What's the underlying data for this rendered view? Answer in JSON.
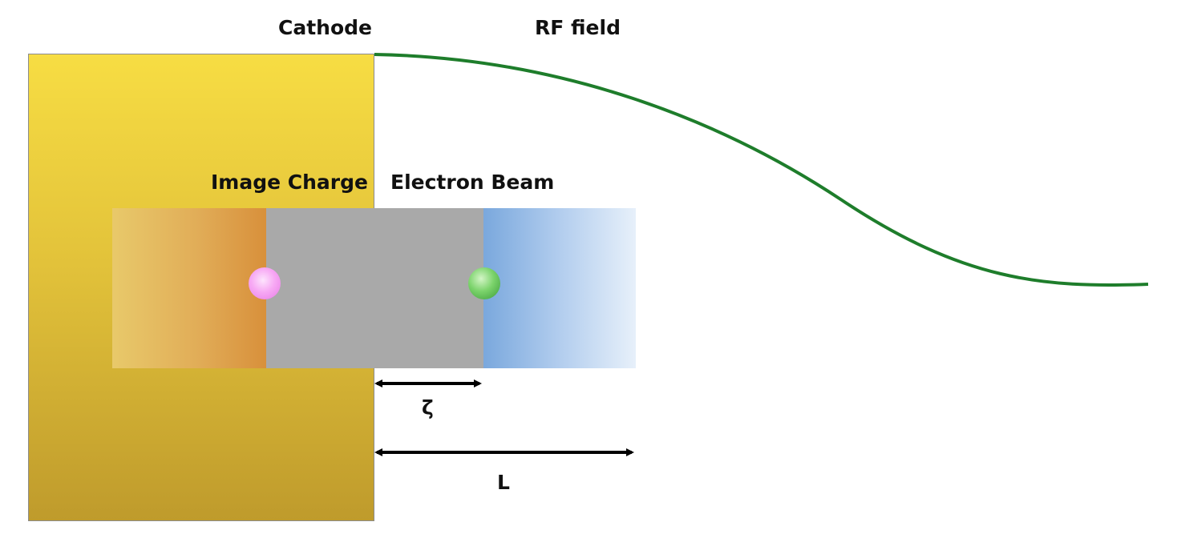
{
  "labels": {
    "cathode": "Cathode",
    "rf_field": "RF field",
    "image_charge": "Image Charge",
    "electron_beam": "Electron Beam",
    "zeta": "ζ",
    "length": "L"
  },
  "colors": {
    "cathode_top": "#f7dd43",
    "cathode_bottom": "#bf9b2c",
    "image_region": "#e1ad58",
    "gap_region": "#a9a9a9",
    "beam_region": "#7aa8dd",
    "image_particle": "#f7a9f4",
    "electron_particle": "#5fbf4f",
    "rf_curve": "#1e7d2b",
    "arrows": "#000000"
  }
}
